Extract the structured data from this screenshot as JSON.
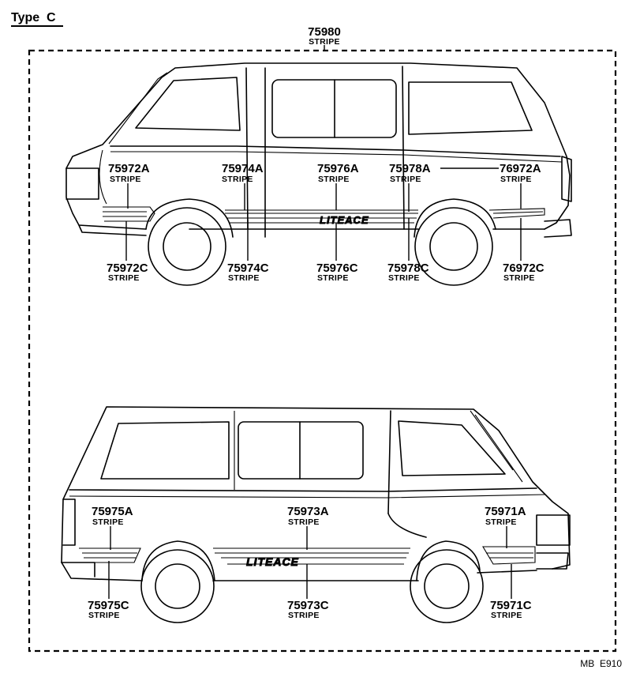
{
  "title": "Type  C",
  "assembly": {
    "part": "75980",
    "desc": "STRIPE"
  },
  "top_view": {
    "logo": "LITEACE",
    "callouts": [
      {
        "part": "75972A",
        "desc": "STRIPE"
      },
      {
        "part": "75974A",
        "desc": "STRIPE"
      },
      {
        "part": "75976A",
        "desc": "STRIPE"
      },
      {
        "part": "75978A",
        "desc": "STRIPE"
      },
      {
        "part": "76972A",
        "desc": "STRIPE"
      },
      {
        "part": "75972C",
        "desc": "STRIPE"
      },
      {
        "part": "75974C",
        "desc": "STRIPE"
      },
      {
        "part": "75976C",
        "desc": "STRIPE"
      },
      {
        "part": "75978C",
        "desc": "STRIPE"
      },
      {
        "part": "76972C",
        "desc": "STRIPE"
      }
    ]
  },
  "bottom_view": {
    "logo": "LITEACE",
    "callouts": [
      {
        "part": "75975A",
        "desc": "STRIPE"
      },
      {
        "part": "75973A",
        "desc": "STRIPE"
      },
      {
        "part": "75971A",
        "desc": "STRIPE"
      },
      {
        "part": "75975C",
        "desc": "STRIPE"
      },
      {
        "part": "75973C",
        "desc": "STRIPE"
      },
      {
        "part": "75971C",
        "desc": "STRIPE"
      }
    ]
  },
  "footer_code": "MB  E910"
}
